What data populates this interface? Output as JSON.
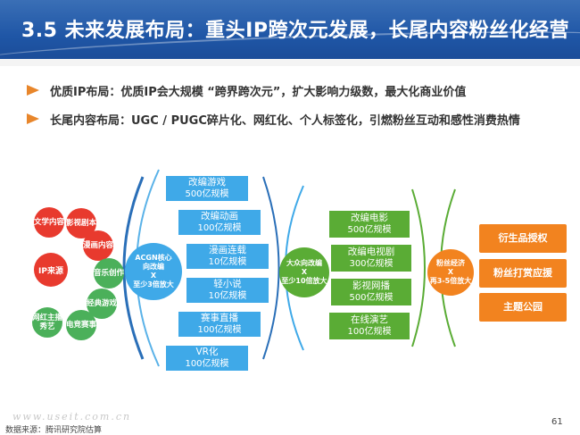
{
  "header": {
    "title": "3.5 未来发展布局：重头IP跨次元发展，长尾内容粉丝化经营"
  },
  "bullets": [
    "优质IP布局：优质IP会大规模 “跨界跨次元”，扩大影响力级数，最大化商业价值",
    "长尾内容布局：UGC / PUGC碎片化、网红化、个人标签化，引燃粉丝互动和感性消费热情"
  ],
  "diagram": {
    "ip_center": "IP来源",
    "ip_sources": [
      "文学内容",
      "影视剧本",
      "漫画内容",
      "音乐创作",
      "经典游戏",
      "电竞赛事",
      "网红主播秀艺"
    ],
    "stage1": {
      "hub": [
        "ACGN核心",
        "向改编",
        "X",
        "至少3倍放大"
      ],
      "items": [
        {
          "name": "改编游戏",
          "scale": "500亿规模"
        },
        {
          "name": "改编动画",
          "scale": "100亿规模"
        },
        {
          "name": "漫画连载",
          "scale": "10亿规模"
        },
        {
          "name": "轻小说",
          "scale": "10亿规模"
        },
        {
          "name": "赛事直播",
          "scale": "100亿规模"
        },
        {
          "name": "VR化",
          "scale": "100亿规模"
        }
      ]
    },
    "stage2": {
      "hub": [
        "大众向改编",
        "X",
        "至少10倍放大"
      ],
      "items": [
        {
          "name": "改编电影",
          "scale": "500亿规模"
        },
        {
          "name": "改编电视剧",
          "scale": "300亿规模"
        },
        {
          "name": "影视网播",
          "scale": "500亿规模"
        },
        {
          "name": "在线演艺",
          "scale": "100亿规模"
        }
      ]
    },
    "stage3": {
      "hub": [
        "粉丝经济",
        "X",
        "再3-5倍放大"
      ],
      "items": [
        "衍生品授权",
        "粉丝打赏应援",
        "主题公园"
      ]
    }
  },
  "footer": {
    "source": "数据来源：腾讯研究院估算",
    "watermark": "www.useit.com.cn",
    "page_number": "61"
  },
  "colors": {
    "header_blue": "#1f56a6",
    "bullet_orange": "#e8862b",
    "ip_red": "#e83a2e",
    "stage1_blue": "#3fa9e8",
    "stage2_green": "#5aac35",
    "stage3_orange": "#f2831f"
  }
}
